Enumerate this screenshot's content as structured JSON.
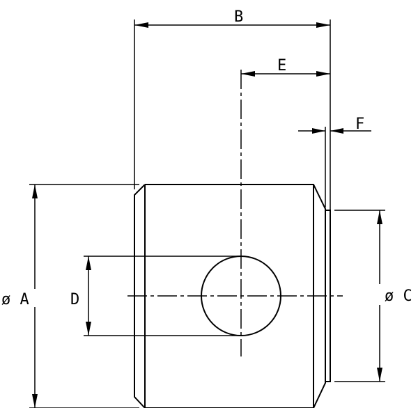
{
  "drawing": {
    "labels": {
      "B": "B",
      "E": "E",
      "F": "F",
      "A": "ø A",
      "D": "D",
      "C": "ø C"
    },
    "line_color": "#000000",
    "background": "#ffffff"
  }
}
